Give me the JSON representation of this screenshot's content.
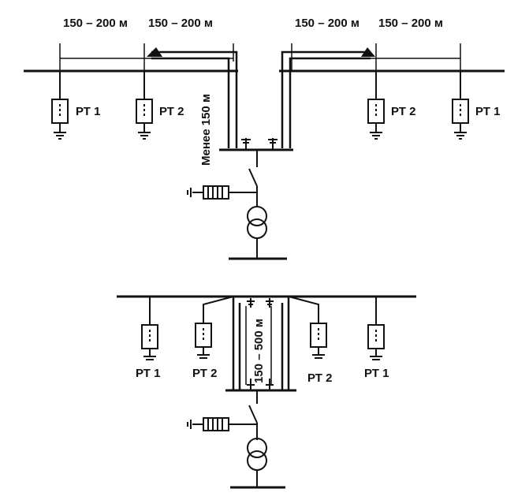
{
  "labels": {
    "span": "150 – 200 м",
    "less150": "Менее 150 м",
    "range": "150 – 500 м",
    "rt1": "РТ 1",
    "rt2": "РТ 2"
  }
}
